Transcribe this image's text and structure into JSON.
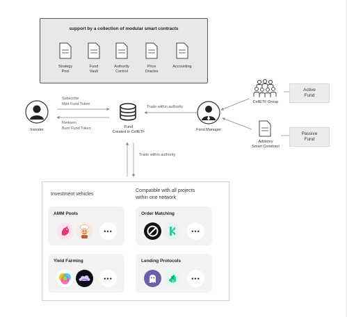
{
  "top_box": {
    "title": "support by a collection of modular smart contracts",
    "modules": [
      {
        "line1": "Strategy",
        "line2": "Pool"
      },
      {
        "line1": "Fund",
        "line2": "Vault"
      },
      {
        "line1": "Authority",
        "line2": "Control"
      },
      {
        "line1": "Price",
        "line2": "Oracles"
      },
      {
        "line1": "Accounting",
        "line2": ""
      }
    ]
  },
  "investor": {
    "label": "Invester"
  },
  "flows": {
    "subscribe": "Subscribe",
    "mint": "Mint Fund Token",
    "redeem": "Redeem",
    "burn": "Burn Fund Token",
    "trade_top": "Trade within authority",
    "trade_down": "Trade within authority"
  },
  "fund": {
    "line1": "Fund",
    "line2": "Created in CellETF"
  },
  "manager": {
    "label": "Fund Manager"
  },
  "group": {
    "label": "CellETF Group"
  },
  "advisory": {
    "line1": "Advisory",
    "line2": "Smart Constract"
  },
  "active": {
    "line1": "Active",
    "line2": "Fund"
  },
  "passive": {
    "line1": "Passive",
    "line2": "Fund"
  },
  "bottom": {
    "left_heading": "Investment vehicles",
    "right_heading_1": "Compatible with all projects",
    "right_heading_2": "within one network",
    "cards": [
      {
        "title": "AMM Pools"
      },
      {
        "title": "Order Matching"
      },
      {
        "title": "Yield Farming"
      },
      {
        "title": "Lending Protocols"
      }
    ],
    "more": "•••"
  },
  "colors": {
    "border": "#bdbdbd",
    "card_bg": "#f3f3f3",
    "box_bg": "#e8e8e8",
    "arrow": "#888888"
  }
}
